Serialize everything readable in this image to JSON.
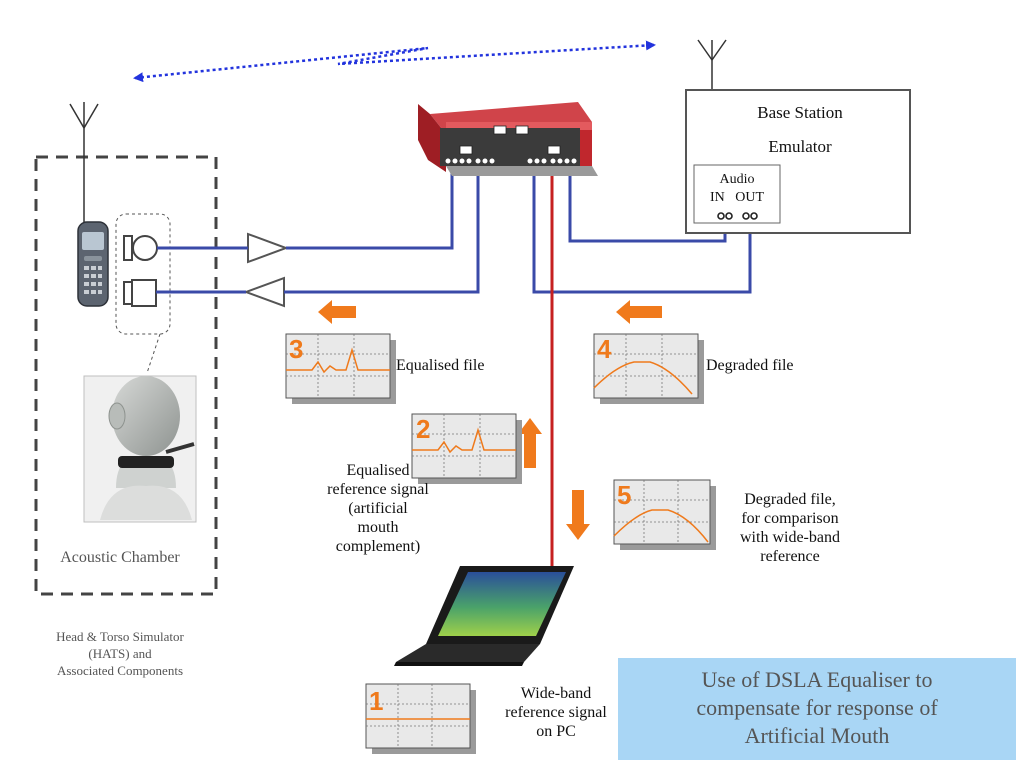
{
  "hats": {
    "caption_line1": "Head & Torso Simulator",
    "caption_line2": "(HATS) and",
    "caption_line3": "Associated Components",
    "chamber_label": "Acoustic Chamber"
  },
  "base_station": {
    "title_line1": "Base Station",
    "title_line2": "Emulator",
    "audio_label": "Audio",
    "in_label": "IN",
    "out_label": "OUT"
  },
  "panels": [
    {
      "number": "1",
      "label": "Wide-band reference signal on PC"
    },
    {
      "number": "2",
      "label": "Equalised reference signal (artificial mouth complement)"
    },
    {
      "number": "3",
      "label": "Equalised file"
    },
    {
      "number": "4",
      "label": "Degraded file"
    },
    {
      "number": "5",
      "label": "Degraded file, for comparison with wide-band reference"
    }
  ],
  "labels": {
    "equalised_file": "Equalised file",
    "degraded_file": "Degraded file",
    "eqref_line1": "Equalised",
    "eqref_line2": "reference signal",
    "eqref_line3": "(artificial",
    "eqref_line4": "mouth",
    "eqref_line5": "complement)",
    "degcomp_line1": "Degraded file,",
    "degcomp_line2": "for comparison",
    "degcomp_line3": "with wide-band",
    "degcomp_line4": "reference",
    "wideband_line1": "Wide-band",
    "wideband_line2": "reference signal",
    "wideband_line3": "on PC"
  },
  "caption": {
    "line1": "Use of DSLA Equaliser to",
    "line2": "compensate for response of",
    "line3": "Artificial Mouth"
  },
  "colors": {
    "cable_blue": "#3a4aa8",
    "pc_link_red": "#c62020",
    "arrow_orange": "#f07a1c",
    "wireless_blue": "#2233dd",
    "caption_bg": "#a9d6f5",
    "device_red": "#c0272d"
  }
}
